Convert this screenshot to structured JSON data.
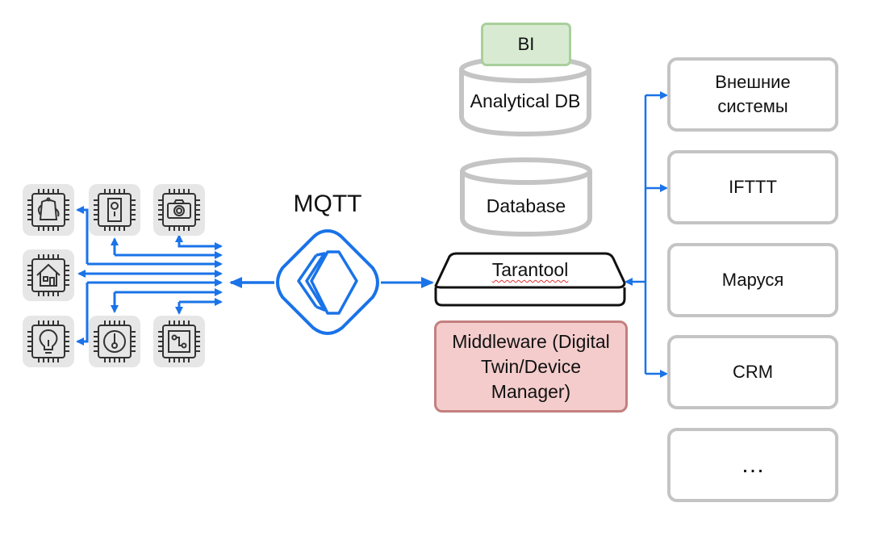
{
  "colors": {
    "accent_blue": "#1a73e8",
    "cylinder_gray": "#c4c4c4",
    "bi_fill": "#d8ebd2",
    "bi_border": "#a9cf9b",
    "middleware_fill": "#f4cccc",
    "middleware_border": "#c47f7f"
  },
  "protocol": {
    "label": "MQTT",
    "icon": "mqtt-diamond-layers-icon"
  },
  "devices": [
    {
      "name": "kettle",
      "icon": "kettle-chip-icon"
    },
    {
      "name": "door-lock",
      "icon": "door-lock-chip-icon"
    },
    {
      "name": "camera",
      "icon": "camera-chip-icon"
    },
    {
      "name": "home",
      "icon": "house-chip-icon"
    },
    {
      "name": "light-bulb",
      "icon": "light-bulb-chip-icon"
    },
    {
      "name": "thermometer",
      "icon": "thermometer-chip-icon"
    },
    {
      "name": "circuit-board",
      "icon": "circuit-board-chip-icon"
    }
  ],
  "center": {
    "bi_label": "BI",
    "analytical_db_label": "Analytical DB",
    "database_label": "Database",
    "tarantool_label": "Tarantool",
    "middleware_label_lines": [
      "Middleware (Digital",
      "Twin/Device",
      "Manager)"
    ]
  },
  "external_systems": [
    {
      "lines": [
        "Внешние",
        "системы"
      ]
    },
    {
      "lines": [
        "IFTTT"
      ]
    },
    {
      "lines": [
        "Маруся"
      ]
    },
    {
      "lines": [
        "CRM"
      ]
    },
    {
      "lines": [
        "…"
      ]
    }
  ]
}
